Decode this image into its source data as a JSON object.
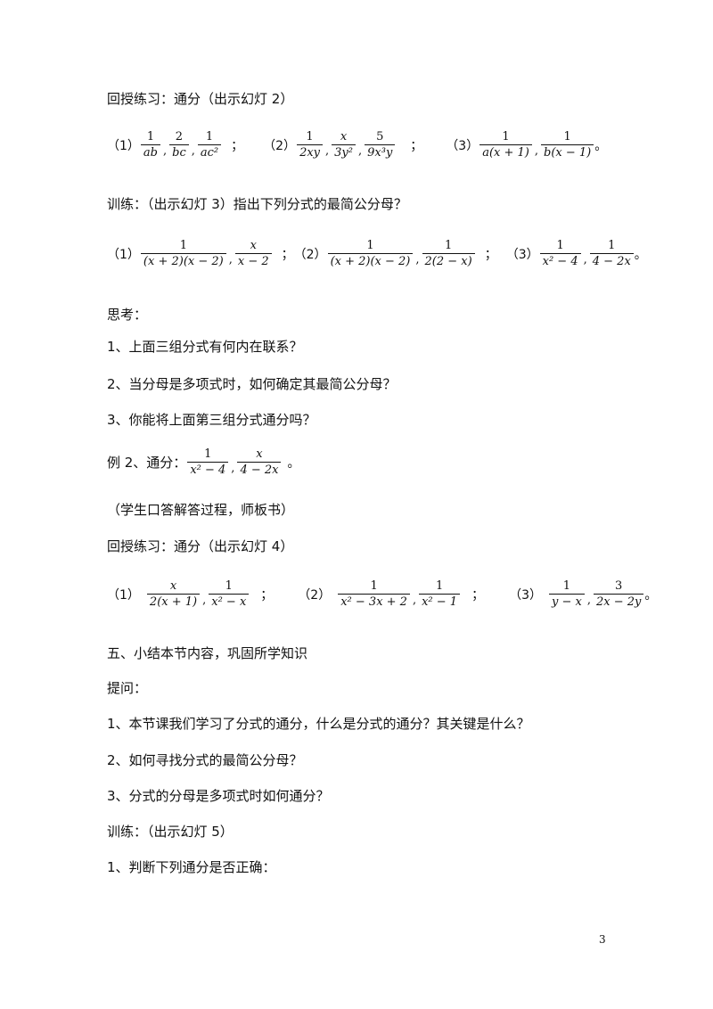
{
  "lines": {
    "l1": "回授练习：通分（出示幻灯 2）",
    "l2": "训练：（出示幻灯 3）指出下列分式的最简公分母？",
    "l3": "思考：",
    "l4": "1、上面三组分式有何内在联系？",
    "l5": "2、当分母是多项式时，如何确定其最简公分母？",
    "l6": "3、你能将上面第三组分式通分吗？",
    "l7": "例 2、通分：",
    "l8": "（学生口答解答过程，师板书）",
    "l9": "回授练习：通分（出示幻灯 4）",
    "l10": "五、小结本节内容，巩固所学知识",
    "l11": "提问：",
    "l12": "1、本节课我们学习了分式的通分，什么是分式的通分？其关键是什么？",
    "l13": "2、如何寻找分式的最简公分母？",
    "l14": "3、分式的分母是多项式时如何通分？",
    "l15": "训练：（出示幻灯 5）",
    "l16": "1、判断下列通分是否正确："
  },
  "labels": {
    "p1": "（1）",
    "p2": "（2）",
    "p3": "（3）"
  },
  "punct": {
    "comma": ",",
    "semi": "；",
    "end": "。"
  },
  "math": {
    "m1": {
      "a": [
        {
          "num": "1",
          "den": "ab"
        },
        {
          "num": "2",
          "den": "bc"
        },
        {
          "num": "1",
          "den": "ac²"
        }
      ],
      "b": [
        {
          "num": "1",
          "den": "2xy"
        },
        {
          "num": "x",
          "den": "3y²"
        },
        {
          "num": "5",
          "den": "9x³y"
        }
      ],
      "c": [
        {
          "num": "1",
          "den": "a(x + 1)"
        },
        {
          "num": "1",
          "den": "b(x − 1)"
        }
      ]
    },
    "m2": {
      "a": [
        {
          "num": "1",
          "den": "(x + 2)(x − 2)"
        },
        {
          "num": "x",
          "den": "x − 2"
        }
      ],
      "b": [
        {
          "num": "1",
          "den": "(x + 2)(x − 2)"
        },
        {
          "num": "1",
          "den": "2(2 − x)"
        }
      ],
      "c": [
        {
          "num": "1",
          "den": "x² − 4"
        },
        {
          "num": "1",
          "den": "4 − 2x"
        }
      ]
    },
    "m3": [
      {
        "num": "1",
        "den": "x² − 4"
      },
      {
        "num": "x",
        "den": "4 − 2x"
      }
    ],
    "m4": {
      "a": [
        {
          "num": "x",
          "den": "2(x + 1)"
        },
        {
          "num": "1",
          "den": "x² − x"
        }
      ],
      "b": [
        {
          "num": "1",
          "den": "x² − 3x + 2"
        },
        {
          "num": "1",
          "den": "x² − 1"
        }
      ],
      "c": [
        {
          "num": "1",
          "den": "y − x"
        },
        {
          "num": "3",
          "den": "2x − 2y"
        }
      ]
    }
  },
  "page_number": "3"
}
